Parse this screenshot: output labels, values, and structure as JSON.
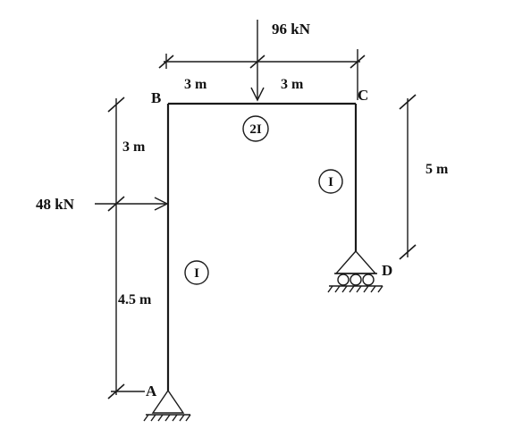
{
  "loads": {
    "top": "96 kN",
    "left": "48 kN"
  },
  "joints": {
    "a": "A",
    "b": "B",
    "c": "C",
    "d": "D"
  },
  "dimensions": {
    "beam_left": "3 m",
    "beam_right": "3 m",
    "column_upper": "3 m",
    "column_lower": "4.5 m",
    "right_column": "5 m"
  },
  "rigidity": {
    "beam": "2I",
    "left_column": "I",
    "right_column": "I"
  }
}
